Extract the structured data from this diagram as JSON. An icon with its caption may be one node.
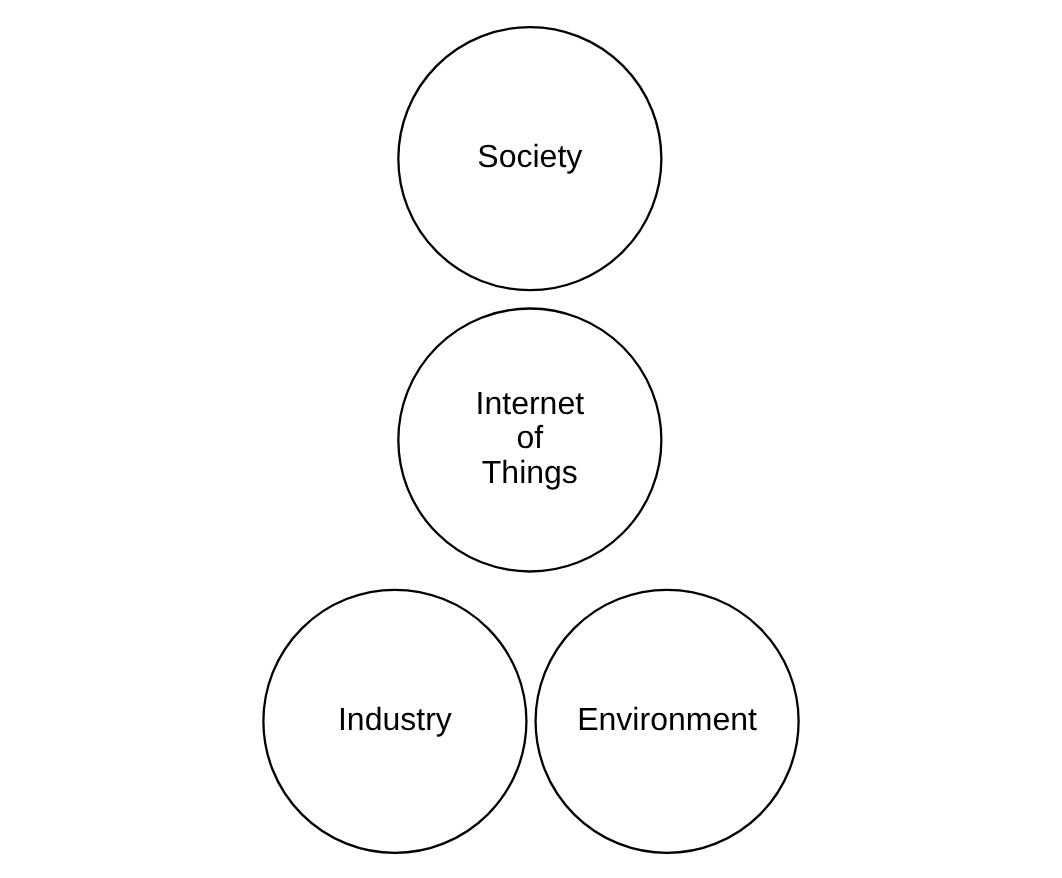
{
  "diagram": {
    "nodes": [
      {
        "text": [
          "Society"
        ]
      },
      {
        "text": [
          "Internet of Things"
        ]
      },
      {
        "text": [
          "Industry"
        ]
      },
      {
        "text": [
          "Environment"
        ]
      }
    ],
    "edges": []
  }
}
